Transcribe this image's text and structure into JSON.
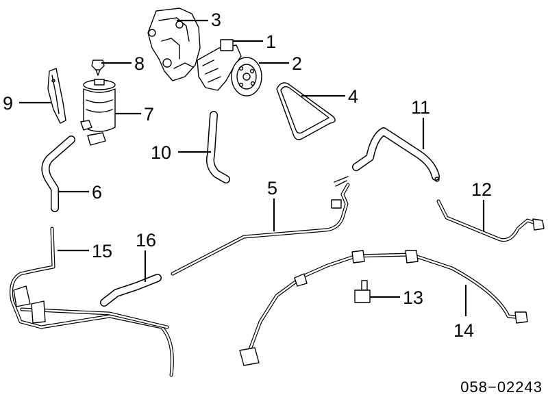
{
  "diagram": {
    "code": "058−02243",
    "callouts": {
      "c1": "1",
      "c2": "2",
      "c3": "3",
      "c4": "4",
      "c5": "5",
      "c6": "6",
      "c7": "7",
      "c8": "8",
      "c9": "9",
      "c10": "10",
      "c11": "11",
      "c12": "12",
      "c13": "13",
      "c14": "14",
      "c15": "15",
      "c16": "16"
    }
  }
}
